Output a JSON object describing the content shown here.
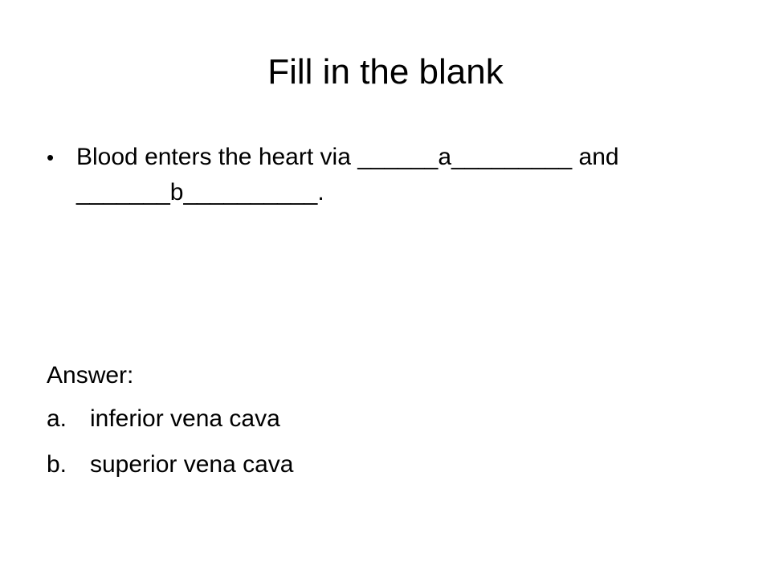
{
  "slide": {
    "title": "Fill in the blank",
    "bullets": [
      {
        "marker": "•",
        "text": "Blood enters the heart via ______a_________ and _______b__________."
      }
    ],
    "answer": {
      "heading": "Answer:",
      "items": [
        {
          "marker": "a.",
          "text": "inferior vena cava"
        },
        {
          "marker": "b.",
          "text": "superior vena cava"
        }
      ]
    }
  }
}
